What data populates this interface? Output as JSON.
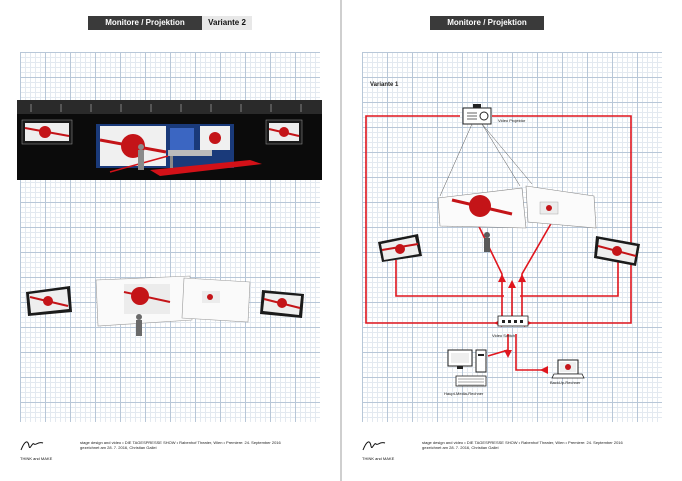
{
  "left_page": {
    "header_title": "Monitore / Projektion",
    "variant_label": "Variante 2",
    "footer_line1": "stage design and video • DIE TAGESPRESSE SHOW • Rabenhof Theater, Wien • Premiere: 24. September 2016",
    "footer_line2": "gezeichnet am 28. 7. 2016, Christian Gallei",
    "logo_text": "THINK and MAKE"
  },
  "right_page": {
    "header_title": "Monitore / Projektion",
    "variant_label": "Variante 1",
    "projector_label": "Video Projektor",
    "switch_label": "Video Switch",
    "main_pc_label": "Haupt-Media-Rechner",
    "backup_label": "BackUp-Rechner",
    "footer_line1": "stage design and video • DIE TAGESPRESSE SHOW • Rabenhof Theater, Wien • Premiere: 24. September 2016",
    "footer_line2": "gezeichnet am 28. 7. 2016, Christian Gallei",
    "logo_text": "THINK and MAKE"
  },
  "colors": {
    "cable": "#e0161e",
    "header_bg": "#3a3a3a",
    "stage_bg": "#0a0a0a"
  }
}
